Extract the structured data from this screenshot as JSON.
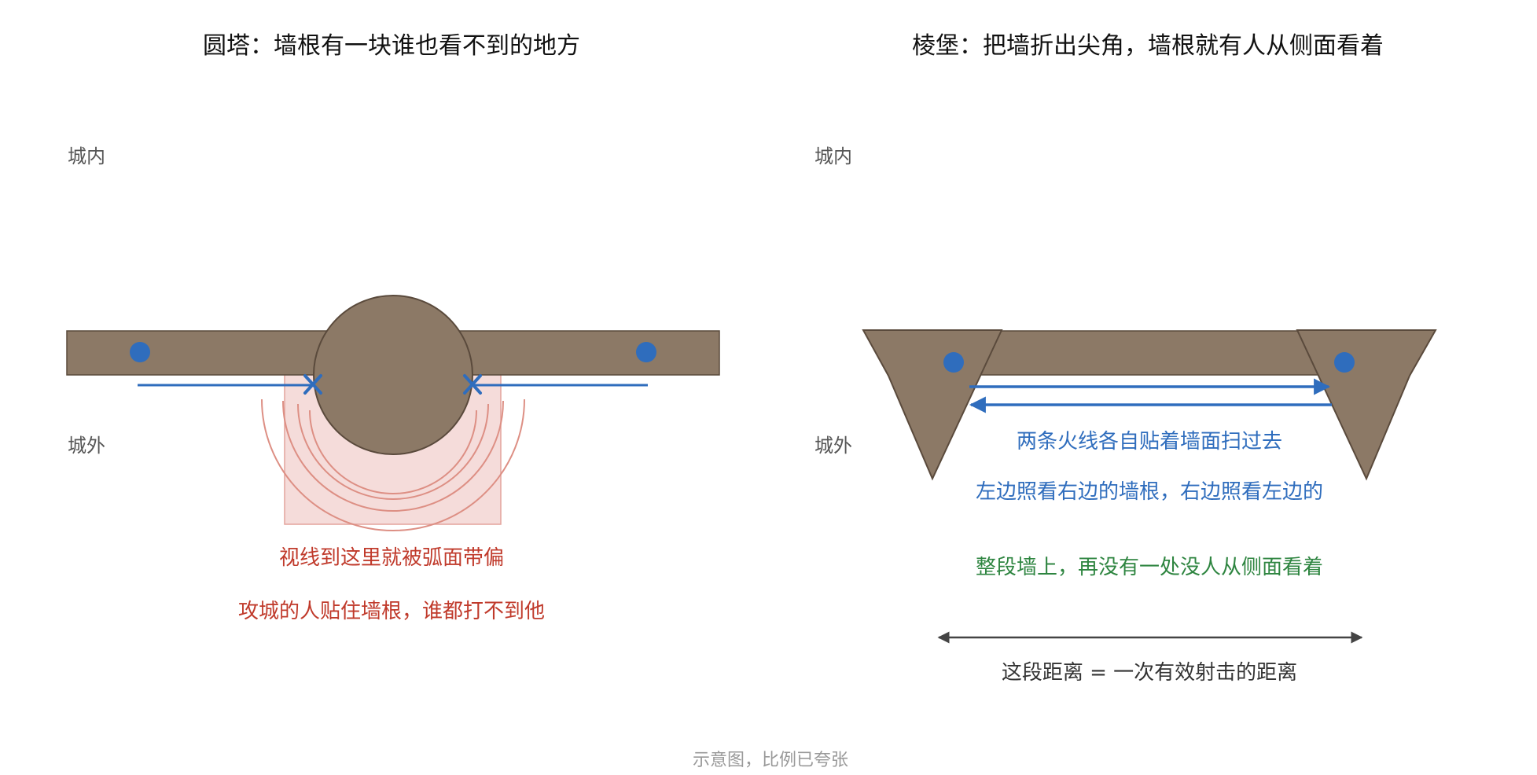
{
  "left_panel": {
    "title": "圆塔：墙根有一块谁也看不到的地方",
    "inside_label": "城内",
    "outside_label": "城外",
    "caption_1": "视线到这里就被弧面带偏",
    "caption_2": "攻城的人贴住墙根，谁都打不到他"
  },
  "right_panel": {
    "title": "棱堡：把墙折出尖角，墙根就有人从侧面看着",
    "inside_label": "城内",
    "outside_label": "城外",
    "caption_1": "两条火线各自贴着墙面扫过去",
    "caption_2": "左边照看右边的墙根，右边照看左边的",
    "caption_3": "整段墙上，再没有一处没人从侧面看着",
    "distance_label": "这段距离 = 一次有效射击的距离"
  },
  "footnote": "示意图，比例已夸张",
  "colors": {
    "wall": "#8c7966",
    "wall_stroke": "#5a4a3c",
    "defender": "#2f6dbd",
    "fire_line": "#2f6dbd",
    "dead_zone_fill": "#f5dcda",
    "dead_zone_stroke": "#e3a39c",
    "arc": "#dd8f84",
    "warning_text": "#c03a2b",
    "info_text": "#2f6dbd",
    "success_text": "#2e8540",
    "neutral_text": "#333333",
    "muted_text": "#999999"
  },
  "icons": {
    "defender": "filled-circle",
    "blocked": "x-mark"
  }
}
